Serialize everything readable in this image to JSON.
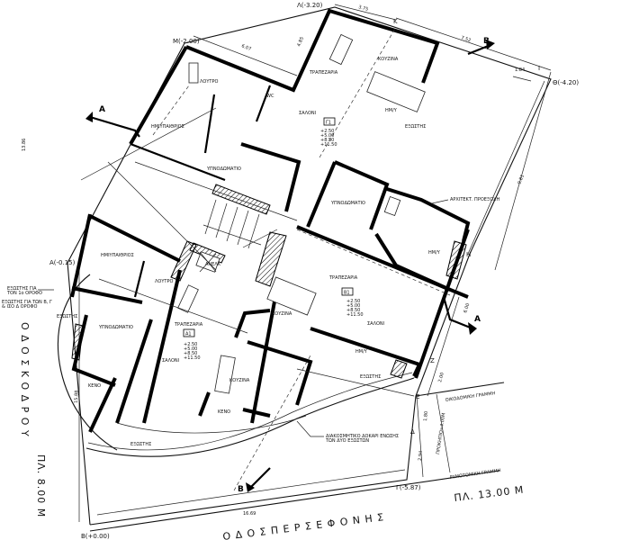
{
  "streets": {
    "left_name": "Ο Δ Ο Σ   Κ Ο Δ Ρ Ο Υ",
    "left_width": "ΠΛ. 8.00 Μ",
    "bottom_name": "Ο Δ Ο Σ   Π Ε Ρ Σ Ε Φ Ο Ν Η Σ",
    "bottom_width": "ΠΛ. 13.00 Μ"
  },
  "points": {
    "A": "Α(-0.15)",
    "B": "Β(+0.00)",
    "G": "Γ(-5.87)",
    "D": "Δ",
    "E": "Ε",
    "Z": "Ζ",
    "H": "Η",
    "TH": "Θ(-4.20)",
    "I": "Ι",
    "K": "Κ",
    "L": "Λ(-3.20)",
    "M": "Μ(-2.00)"
  },
  "dimensions": {
    "d1": "3.75",
    "d2": "7.52",
    "d3": "6.07",
    "d4": "4.85",
    "d5": "1.84",
    "d6": "9.81",
    "d7": "6.00",
    "d8": "2.00",
    "d9": "1.80",
    "d10": "2.94",
    "d11": "16.69",
    "d12": "13.86",
    "d13": "15.88"
  },
  "lines": {
    "building_line": "ΟΙΚΟΔΟΜΙΚΗ ΓΡΑΜΜΗ",
    "street_line": "ΡΥΜΟΤΟΜΙΚΗ ΓΡΑΜΜΗ",
    "setback": "ΠΡΟΚΗΠΙΟ=4.00Μ"
  },
  "notes": {
    "projection": "ΑΡΧΙΤΕΚΤ. ΠΡΟΕΞΟΧΗ",
    "beam_1": "ΔΙΑΚΟΣΜΗΤΙΚΟ ΔΟΚΑΡΙ ΕΝΩΣΗΣ",
    "beam_2": "ΤΩΝ ΔΥΟ ΕΞΩΣΤΩΝ",
    "balcony_1a": "ΕΞΩΣΤΗΣ ΓΙΑ",
    "balcony_1b": "ΤΟΝ 1ο ΟΡΟΦΟ",
    "balcony_2a": "ΕΞΩΣΤΗΣ ΓΙΑ ΤΩΝ Β, Γ",
    "balcony_2b": "& ΙΣΟ Δ ΟΡΟΦΟ"
  },
  "rooms": {
    "g_bath": "ΛΟΥΤΡΟ",
    "g_semi": "ΗΜΙΥΠΑΙΘΡΙΟΣ",
    "g_bed": "ΥΠΝΟΔΩΜΑΤΙΟ",
    "g_dining": "ΤΡΑΠΕΖΑΡΙΑ",
    "g_kitchen": "ΚΟΥΖΙΝΑ",
    "g_living": "ΣΑΛΟΝΙ",
    "g_hmy": "ΗΜ/Υ",
    "g_balcony": "ΕΞΩΣΤΗΣ",
    "g_wc": "WC",
    "b_bed": "ΥΠΝΟΔΩΜΑΤΙΟ",
    "b_hmy": "ΗΜ/Υ",
    "b_dining": "ΤΡΑΠΕΖΑΡΙΑ",
    "b_living": "ΣΑΛΟΝΙ",
    "b_kitchen": "ΚΟΥΖΙΝΑ",
    "b_hmy2": "ΗΜ/Υ",
    "b_balcony": "ΕΞΩΣΤΗΣ",
    "a_semi": "ΗΜΙΥΠΑΙΘΡΙΟΣ",
    "a_bath": "ΛΟΥΤΡΟ",
    "a_bed": "ΥΠΝΟΔΩΜΑΤΙΟ",
    "a_dining": "ΤΡΑΠΕΖΑΡΙΑ",
    "a_living": "ΣΑΛΟΝΙ",
    "a_kitchen": "ΚΟΥΖΙΝΑ",
    "a_balcony": "ΕΞΩΣΤΗΣ",
    "a_balcony2": "ΕΞΩΣΤΗΣ",
    "void_1": "ΚΕΝΟ",
    "void_2": "ΚΕΝΟ",
    "elevator": "ΑΝΕΛΚ"
  },
  "units": [
    {
      "id": "Γ1",
      "levels": [
        "+2.50",
        "+5.00",
        "+8.50",
        "+11.50"
      ]
    },
    {
      "id": "Β1",
      "levels": [
        "+2.50",
        "+5.00",
        "+8.50",
        "+11.50"
      ]
    },
    {
      "id": "Α1",
      "levels": [
        "+2.50",
        "+5.00",
        "+8.50",
        "+11.50"
      ]
    }
  ],
  "sections": {
    "a": "A",
    "b": "B"
  }
}
